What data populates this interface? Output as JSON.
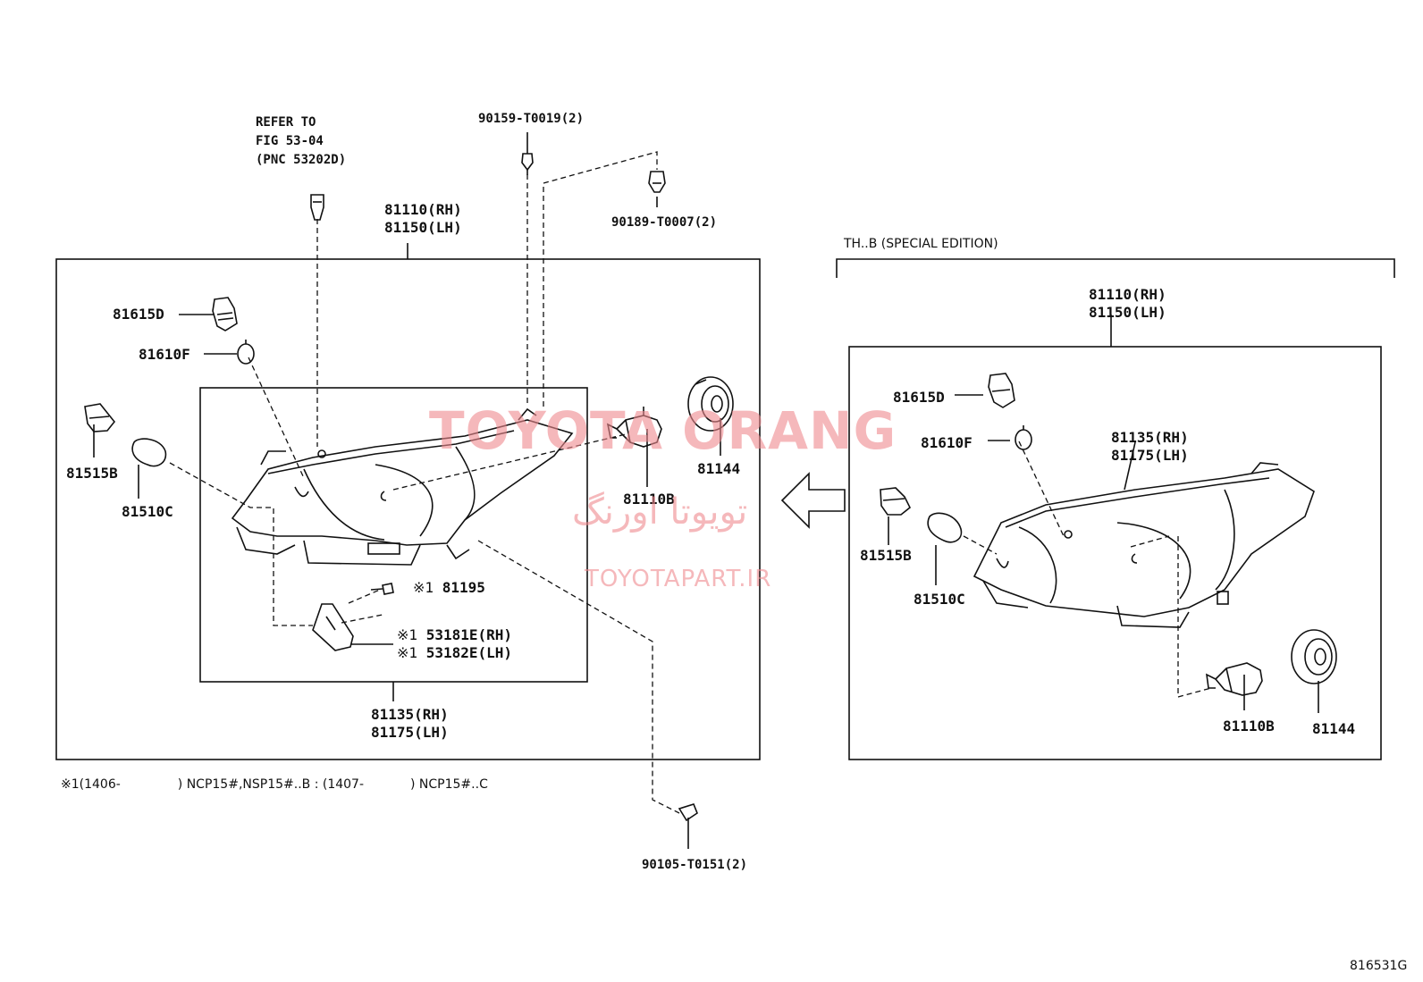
{
  "diagram": {
    "main": {
      "refer_lines": [
        "REFER TO",
        "FIG 53-04",
        "(PNC 53202D)"
      ],
      "assy_rh": "81110(RH)",
      "assy_lh": "81150(LH)",
      "sub_rh": "81135(RH)",
      "sub_lh": "81175(LH)",
      "labels": {
        "p81615D": "81615D",
        "p81610F": "81610F",
        "p81515B": "81515B",
        "p81510C": "81510C",
        "p81110B": "81110B",
        "p81144": "81144",
        "p81195": "81195",
        "p53181E": "53181E(RH)",
        "p53182E": "53182E(LH)",
        "mark": "※1"
      }
    },
    "screws": {
      "top": "90159-T0019(2)",
      "clip": "90189-T0007(2)",
      "bottom": "90105-T0151(2)"
    },
    "footnote": {
      "mark": "※1",
      "range1": "(1406-",
      "models1": ") NCP15#,NSP15#..B : (1407-",
      "models2": ") NCP15#..C"
    },
    "special": {
      "title": "TH..B (SPECIAL EDITION)",
      "assy_rh": "81110(RH)",
      "assy_lh": "81150(LH)",
      "sub_rh": "81135(RH)",
      "sub_lh": "81175(LH)",
      "labels": {
        "p81615D": "81615D",
        "p81610F": "81610F",
        "p81515B": "81515B",
        "p81510C": "81510C",
        "p81110B": "81110B",
        "p81144": "81144"
      }
    },
    "figure_code": "816531G"
  },
  "watermark": {
    "brand": "TOYOTA ORANG",
    "persian": "تویوتا اورنگ",
    "site": "TOYOTAPART.IR"
  }
}
